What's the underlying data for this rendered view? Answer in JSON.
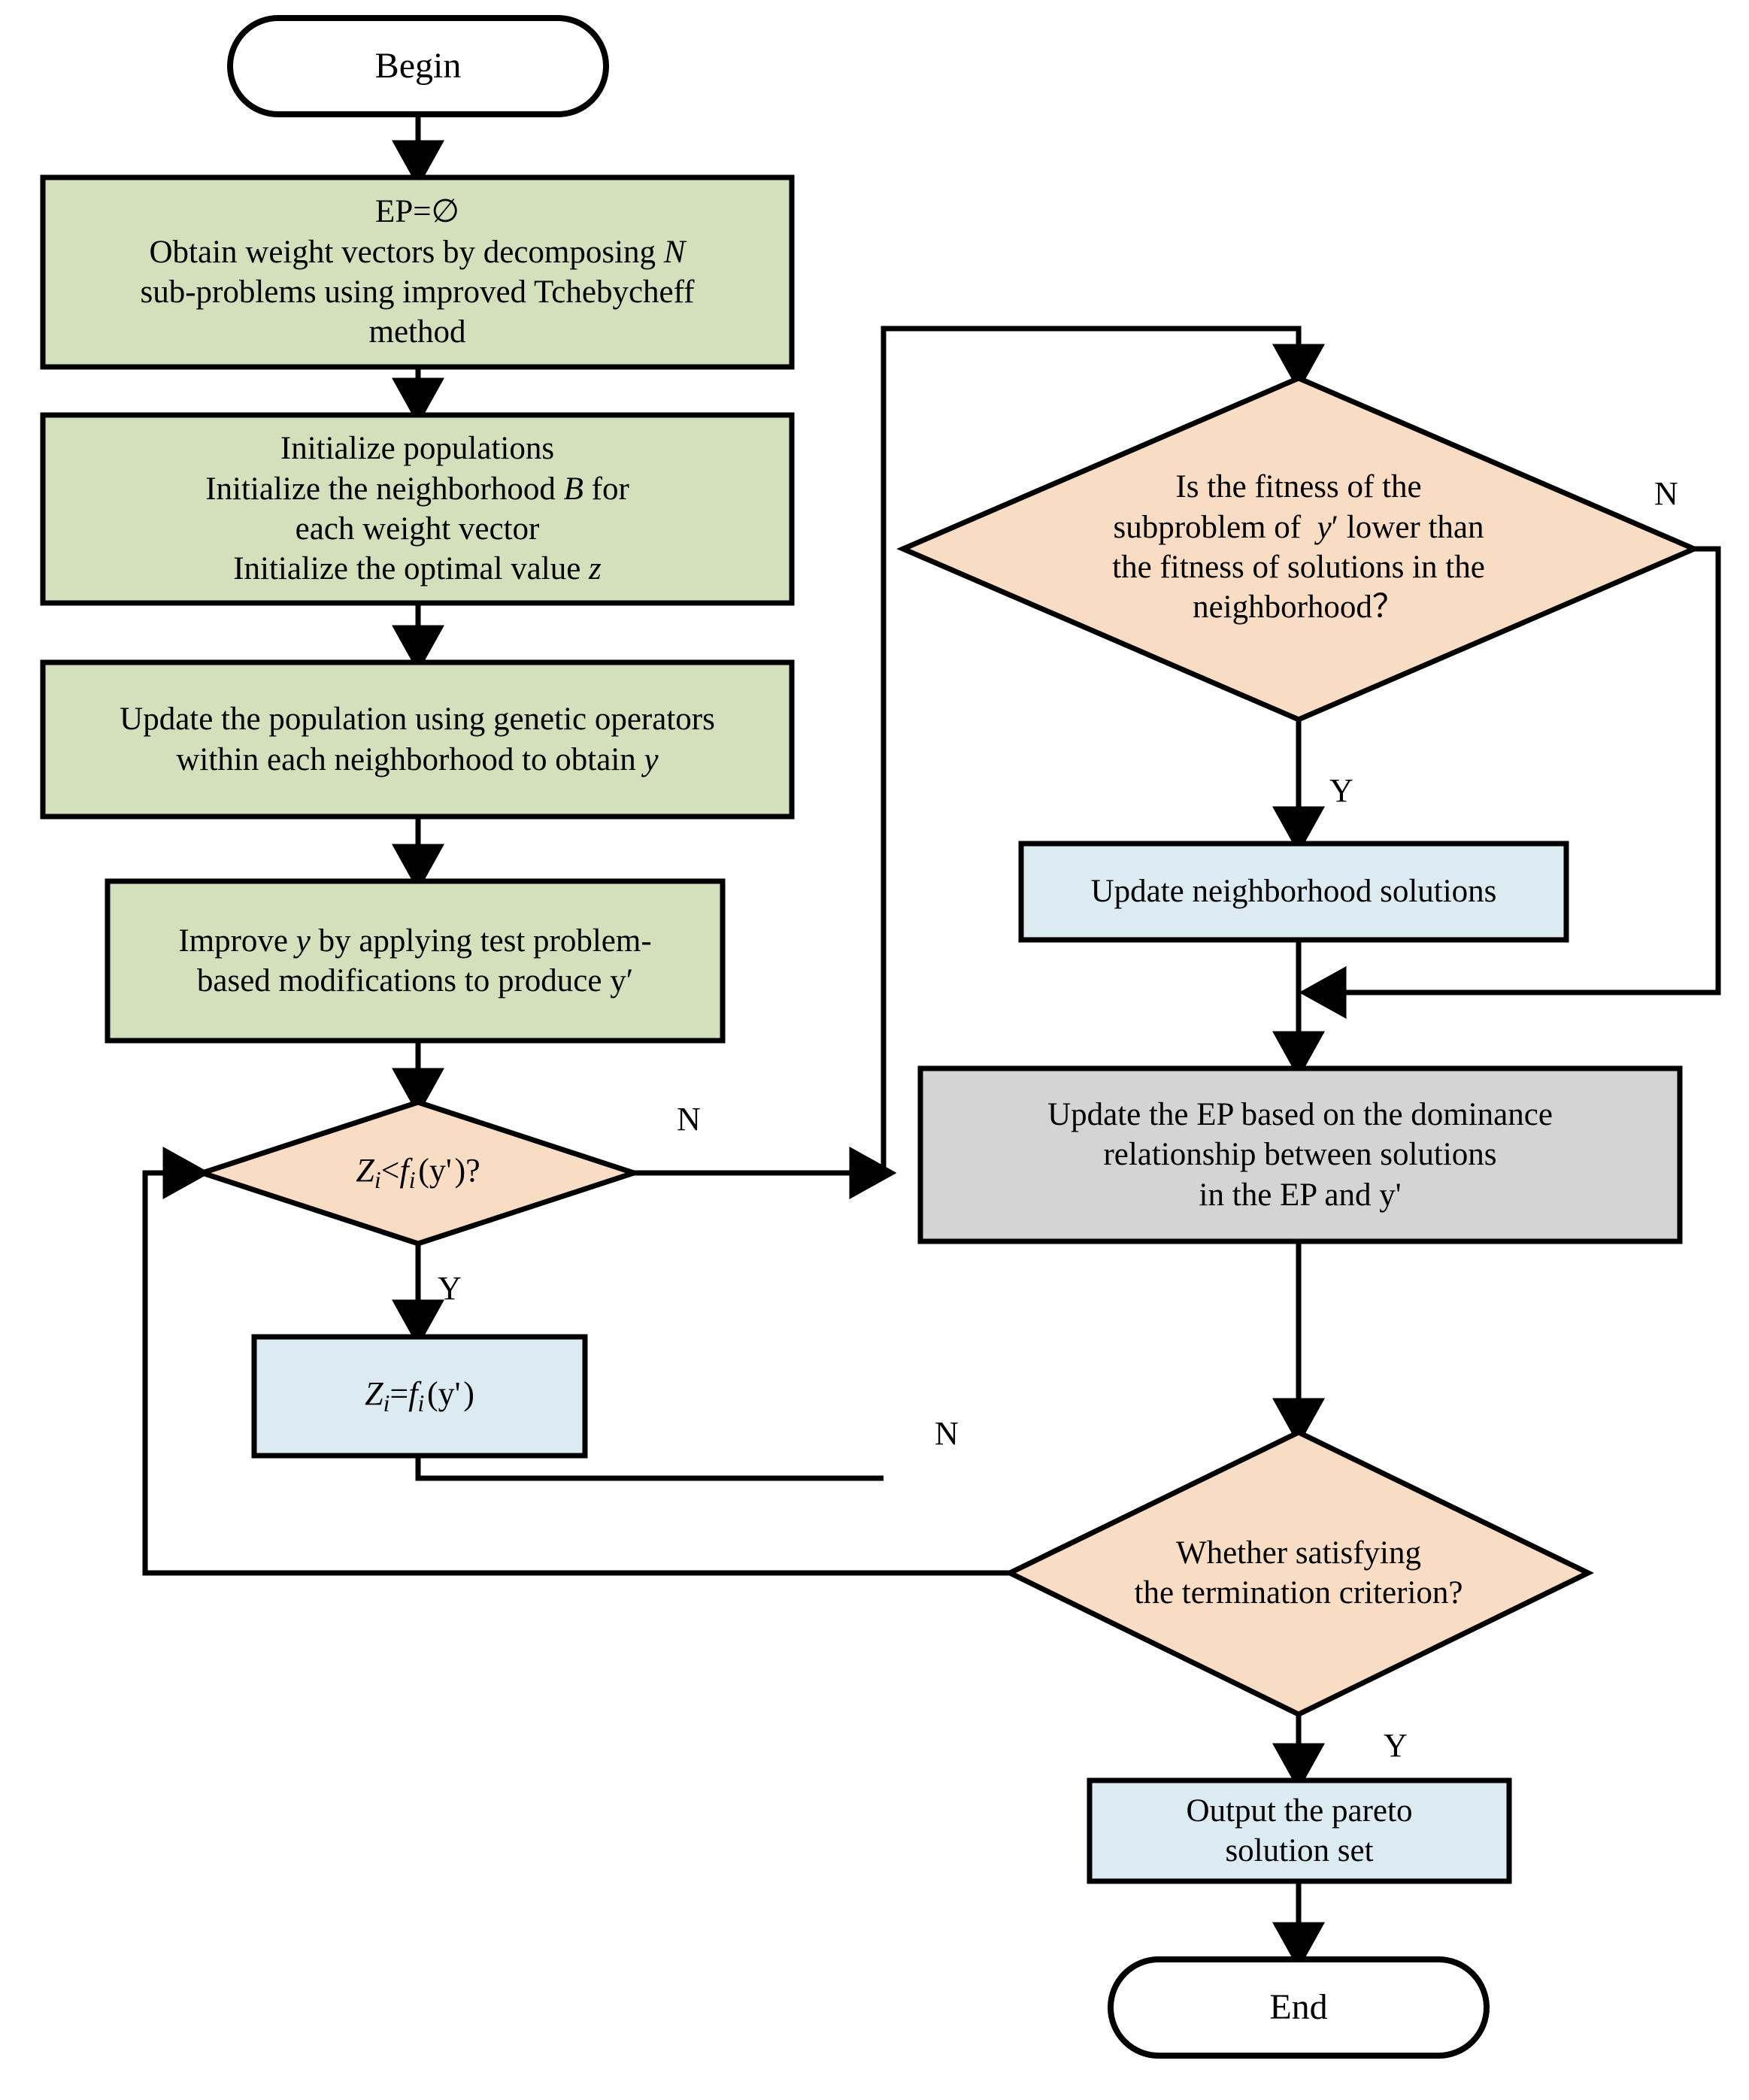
{
  "diagram": {
    "title": "MOEA/D algorithm flowchart",
    "colors": {
      "process_green": "#D4DFBC",
      "decision_peach": "#F8DCC3",
      "process_blue": "#DCEBF1",
      "process_gray": "#D4D4D4",
      "terminal_white": "#FFFFFF",
      "stroke": "#000000"
    },
    "nodes": {
      "begin": {
        "label": "Begin",
        "shape": "terminator"
      },
      "init_ep": {
        "line1": "EP=∅",
        "line2": "Obtain weight vectors by decomposing N",
        "line3": "sub-problems using improved Tchebycheff",
        "line4": "method",
        "shape": "process"
      },
      "init_pop": {
        "line1": "Initialize populations",
        "line2": "Initialize the neighborhood B for",
        "line3": "each weight vector",
        "line4": "Initialize the optimal value z",
        "shape": "process"
      },
      "update_pop": {
        "line1": "Update the population using genetic operators",
        "line2": "within each neighborhood to obtain y",
        "shape": "process"
      },
      "improve_y": {
        "line1": "Improve y by applying test problem-",
        "line2": "based modifications to produce y′",
        "shape": "process"
      },
      "decision_z": {
        "label": "Zi<fi (y' ) ?",
        "shape": "decision"
      },
      "assign_z": {
        "label": "Zi=fi (y' )",
        "shape": "process"
      },
      "decision_fitness": {
        "line1": "Is the fitness of the",
        "line2": "subproblem of  y′ lower than",
        "line3": "the fitness of solutions in the",
        "line4": "neighborhood？",
        "shape": "decision"
      },
      "update_neighborhood": {
        "label": "Update neighborhood solutions",
        "shape": "process"
      },
      "update_ep": {
        "line1": "Update the EP based on the dominance",
        "line2": "relationship between solutions",
        "line3": "in the EP and y'",
        "shape": "process"
      },
      "decision_terminate": {
        "line1": "Whether satisfying",
        "line2": "the termination criterion?",
        "shape": "decision"
      },
      "output_pareto": {
        "line1": "Output the pareto",
        "line2": "solution set",
        "shape": "process"
      },
      "end": {
        "label": "End",
        "shape": "terminator"
      }
    },
    "edge_labels": {
      "decision_z_no": "N",
      "decision_z_yes": "Y",
      "fitness_no": "N",
      "fitness_yes": "Y",
      "terminate_no": "N",
      "terminate_yes": "Y"
    }
  }
}
